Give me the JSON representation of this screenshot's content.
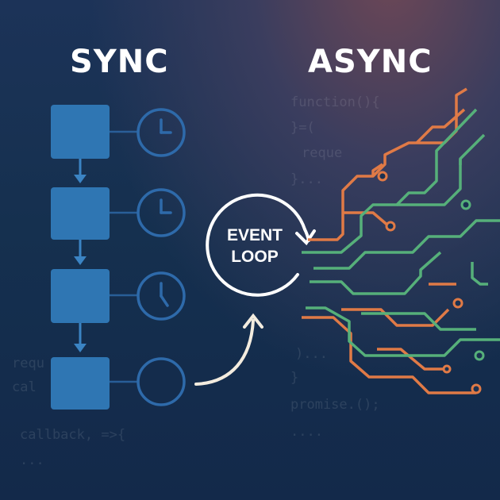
{
  "titles": {
    "sync": "SYNC",
    "async": "ASYNC"
  },
  "event_loop": {
    "line1": "EVENT",
    "line2": "LOOP"
  },
  "code_snippets": {
    "right": [
      "function(){",
      "}=(",
      "reque",
      "}...",
      ")...",
      "}",
      "promise.();",
      "...."
    ],
    "left": [
      "requ",
      "cal",
      "callback, =>{",
      "..."
    ]
  },
  "sync_steps": [
    {
      "clock": "clock-icon"
    },
    {
      "clock": "clock-icon"
    },
    {
      "clock": "clock-icon"
    },
    {
      "clock": "empty-circle"
    }
  ],
  "colors": {
    "block": "#2f76b3",
    "clock": "#2e6aaa",
    "orange": "#e07a46",
    "green": "#56b07a",
    "arrow": "#f3ecdf"
  }
}
